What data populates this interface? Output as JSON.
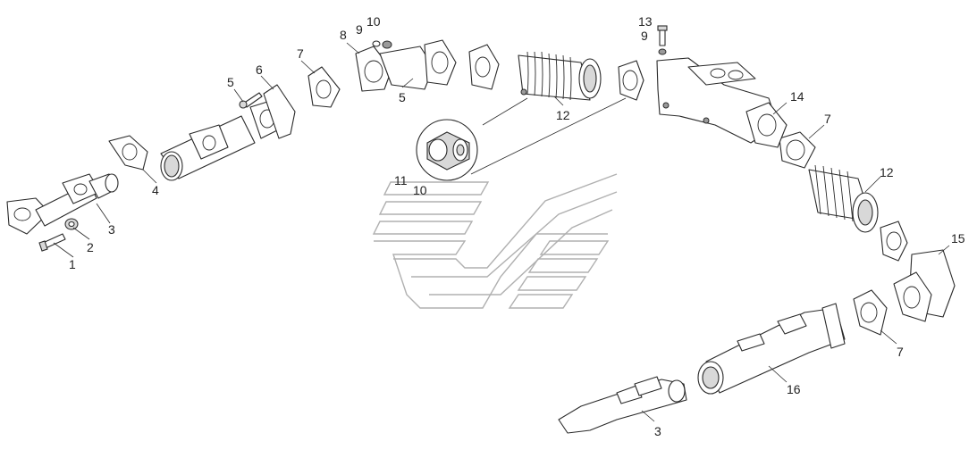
{
  "callouts": {
    "c1": "1",
    "c2": "2",
    "c3a": "3",
    "c3b": "3",
    "c4": "4",
    "c5a": "5",
    "c5b": "5",
    "c6": "6",
    "c7a": "7",
    "c7b": "7",
    "c7c": "7",
    "c8": "8",
    "c9a": "9",
    "c9b": "9",
    "c10a": "10",
    "c10b": "10",
    "c11": "11",
    "c12a": "12",
    "c12b": "12",
    "c13": "13",
    "c14": "14",
    "c15": "15",
    "c16": "16"
  },
  "colors": {
    "line": "#2a2a2a",
    "logo": "#b0b0b0",
    "background": "#ffffff"
  }
}
